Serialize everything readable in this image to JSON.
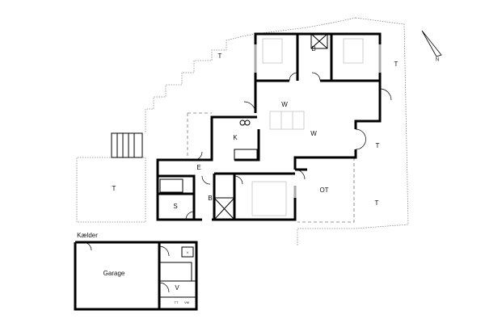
{
  "plan": {
    "rooms": {
      "terrace_nw": "T",
      "terrace_ne": "T",
      "bath_top": "B",
      "living_1": "W",
      "living_2": "W",
      "kitchen": "K",
      "terrace_e": "T",
      "entrance": "E",
      "terrace_w": "T",
      "storage": "S",
      "bath_bottom": "B",
      "covered_terrace": "OT",
      "terrace_se": "T"
    },
    "basement": {
      "title": "Kælder",
      "garage": "Garage",
      "room_v_top": "V",
      "room_v": "V",
      "tt": "TT",
      "vm": "VM"
    },
    "compass": "N"
  }
}
